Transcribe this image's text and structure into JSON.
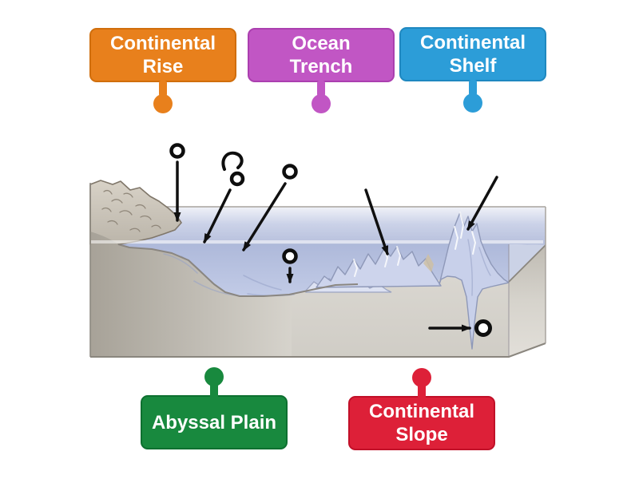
{
  "colors": {
    "page_bg": "#FFFFFF",
    "arrow": "#101010",
    "ring_stroke": "#0E0E0E",
    "ring_fill": "#FFFFFF",
    "water_surface": "#C5CDE6",
    "water_front": "#BCC6E2",
    "seafloor_outline": "#8A8680",
    "rock_light": "#D8D5CE",
    "rock_dark": "#A8A399",
    "land_gray": "#CCC6BA",
    "mountain_lavender": "#CDD4EC"
  },
  "icons": {
    "drop_point_ring": "◯",
    "pointer_arrow": "→",
    "label_pin": "●"
  },
  "labels": [
    {
      "id": "continental-rise",
      "text": "Continental Rise",
      "lines": [
        "Continental",
        "Rise"
      ],
      "color": "#E8801C",
      "border": "#D06E0C",
      "pin": "down"
    },
    {
      "id": "ocean-trench",
      "text": "Ocean Trench",
      "lines": [
        "Ocean",
        "Trench"
      ],
      "color": "#C156C4",
      "border": "#AB3FAF",
      "pin": "down"
    },
    {
      "id": "continental-shelf",
      "text": "Continental Shelf",
      "lines": [
        "Continental",
        "Shelf"
      ],
      "color": "#2C9DD8",
      "border": "#1F88C0",
      "pin": "down"
    },
    {
      "id": "abyssal-plain",
      "text": "Abyssal Plain",
      "lines": [
        "Abyssal Plain"
      ],
      "color": "#18893E",
      "border": "#0D7030",
      "pin": "up"
    },
    {
      "id": "continental-slope",
      "text": "Continental Slope",
      "lines": [
        "Continental",
        "Slope"
      ],
      "color": "#DD2038",
      "border": "#C11028",
      "pin": "up"
    }
  ]
}
